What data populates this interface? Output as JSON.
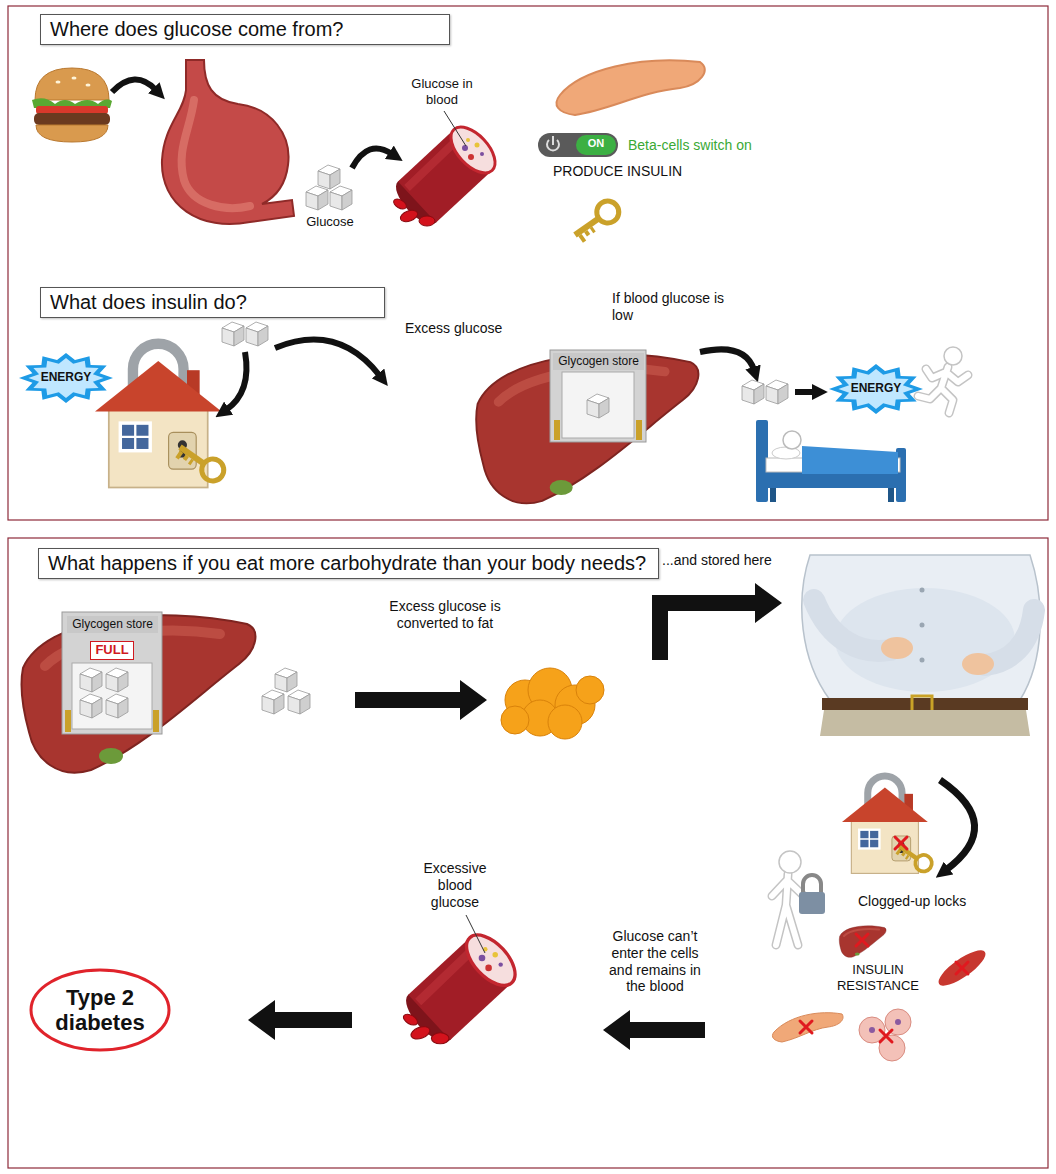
{
  "diagram": {
    "nodes": [
      {
        "text": [
          "Where does glucose come from?"
        ]
      },
      {
        "text": [
          "What does insulin do?"
        ]
      },
      {
        "text": [
          "ENERGY"
        ]
      },
      {
        "text": [
          "Glycogen store"
        ]
      },
      {
        "text": [
          "ENERGY"
        ]
      },
      {
        "text": [
          "What happens if you eat more carbohydrate than your body needs?"
        ]
      },
      {
        "text": [
          "Glycogen store"
        ]
      },
      {
        "text": [
          "FULL"
        ]
      },
      {
        "text": [
          "Type 2 diabetes"
        ]
      }
    ],
    "labels": [
      "Glucose in blood",
      "Glucose",
      "ON",
      "Beta-cells switch on",
      "PRODUCE INSULIN",
      "If blood glucose is low",
      "Excess glucose",
      "...and stored here",
      "Excess glucose is converted to fat",
      "Clogged-up locks",
      "INSULIN RESISTANCE",
      "Glucose can’t enter the cells and remains in the blood",
      "Excessive blood glucose"
    ]
  }
}
